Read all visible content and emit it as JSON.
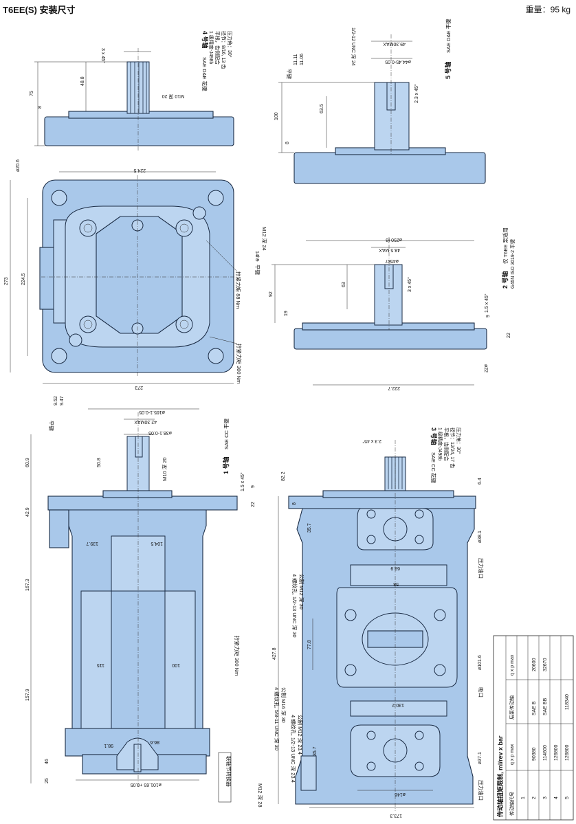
{
  "header": {
    "title": "T6EE(S)  安装尺寸",
    "weight": "重量：95 kg"
  },
  "shaft4": {
    "title": "4 号轴",
    "type": "SAE D&E 花键",
    "spec1": "1 级精度-J498b",
    "spec2": "平根，齿侧配合",
    "spec3": "径节：8/16, 13 齿",
    "spec4": "压力角：30°",
    "m10": "M10 深 20",
    "d75": "75",
    "d488": "48.8",
    "d8": "8",
    "chamfer": "3 x 45°"
  },
  "shaft5": {
    "title": "5 号轴",
    "type": "SAE D&E 平键",
    "unc": "1/2-12 UNC 深 24",
    "d1111": "11.11",
    "d1106": "11.06",
    "d4930": "49.30MAX",
    "dia": "ø44.45-0.05",
    "key": "平键",
    "d100": "100",
    "d635": "63.5",
    "d8": "8",
    "chamfer": "2.3 x 45°"
  },
  "top": {
    "d2245": "224.5",
    "d2280": "ø20.6",
    "d273": "273",
    "d2245v": "224.5",
    "d273b": "273",
    "torque1": "拧紧力矩 88 Nm",
    "torque2": "拧紧力矩 300 Nm"
  },
  "shaft2": {
    "title": "2 号轴",
    "note1": "仅 T6EE 泵适用",
    "note2": "G45N ISO 3019-2 平键",
    "m12": "M12 深 24",
    "key": "平键",
    "kw": "14h9",
    "d250": "ø250 f8",
    "d485": "48.5 MAX",
    "d45": "ø45k7",
    "d92": "92",
    "d63": "63",
    "d19": "19",
    "d9": "9",
    "d22": "22",
    "chamfer": "3 x 45°",
    "chamfer2": "1.5 x 45°",
    "d222": "ø22",
    "d2227": "222.7"
  },
  "shaft1": {
    "title": "1 号轴",
    "type": "SAE CC 平键",
    "key": "平键",
    "d952": "9.52",
    "d947": "9.47",
    "d1651": "ø165.1-0.05",
    "d4230": "42.30MAX",
    "d381": "ø38.1-0.05",
    "d508": "50.8",
    "d609": "60.9",
    "m10": "M10 深 20",
    "chamfer": "1.5 x 45°",
    "d9": "9",
    "d22": "22"
  },
  "front": {
    "d429": "42.9",
    "d1397": "139.7",
    "d1045": "104.5",
    "d1673": "167.3",
    "torque": "拧紧力矩 300 Nm",
    "d115": "115",
    "d100": "100",
    "d1579": "157.9",
    "d981": "98.1",
    "d866": "86.6",
    "d46": "46",
    "d25": "25",
    "bore": "ø101.65 +0.05",
    "rot": "联轴节转换器"
  },
  "shaft3": {
    "title": "3 号轴",
    "type": "SAE CC 花键",
    "spec1": "1 级精度-J498b",
    "spec2": "平根，齿侧配合",
    "spec3": "径节：12/24, 17 齿",
    "spec4": "压力角：30°",
    "chamfer": "2.3 x 45°",
    "d822": "82.2",
    "d8": "8",
    "d64": "6.4"
  },
  "side": {
    "d357": "35.7",
    "d699": "69.9",
    "d58": "58",
    "press1": "压力油口",
    "dia381": "ø38.1",
    "d4278": "427.8",
    "d778": "77.8",
    "d1302": "130.2",
    "suction": "吸口",
    "dia1016": "ø101.6",
    "d357b": "35.7",
    "press2": "压力油口",
    "dia371": "ø37.1",
    "d146": "ø146",
    "d1733": "173.3",
    "unc1": "4 螺纹孔, 1/2-13 UNC 深 30",
    "unc1m": "公制  M12 深 30",
    "unc2": "4 螺纹孔, 5/8-11 UNC 深 30",
    "unc2m": "公制  M16 深 30",
    "unc3": "4 螺纹孔, 1/2-13 UNC 深 23.4",
    "unc3m": "公制  M12 深 23.4",
    "m12b": "M12 深 28"
  },
  "table": {
    "title": "传动轴扭矩限制, ml/rev x bar",
    "headers": [
      "传动轴代号",
      "q x p max",
      "后泵传动轴",
      "q x p max"
    ],
    "rows": [
      [
        "1",
        "",
        "",
        ""
      ],
      [
        "2",
        "90380",
        "SAE B",
        "20600"
      ],
      [
        "3",
        "114600",
        "SAE BB",
        "32670"
      ],
      [
        "4",
        "126800",
        "",
        ""
      ],
      [
        "5",
        "126800",
        "",
        ""
      ],
      [
        "",
        "118340",
        "",
        ""
      ]
    ]
  },
  "colors": {
    "body": "#a9c8ea",
    "line": "#1a2b44"
  }
}
